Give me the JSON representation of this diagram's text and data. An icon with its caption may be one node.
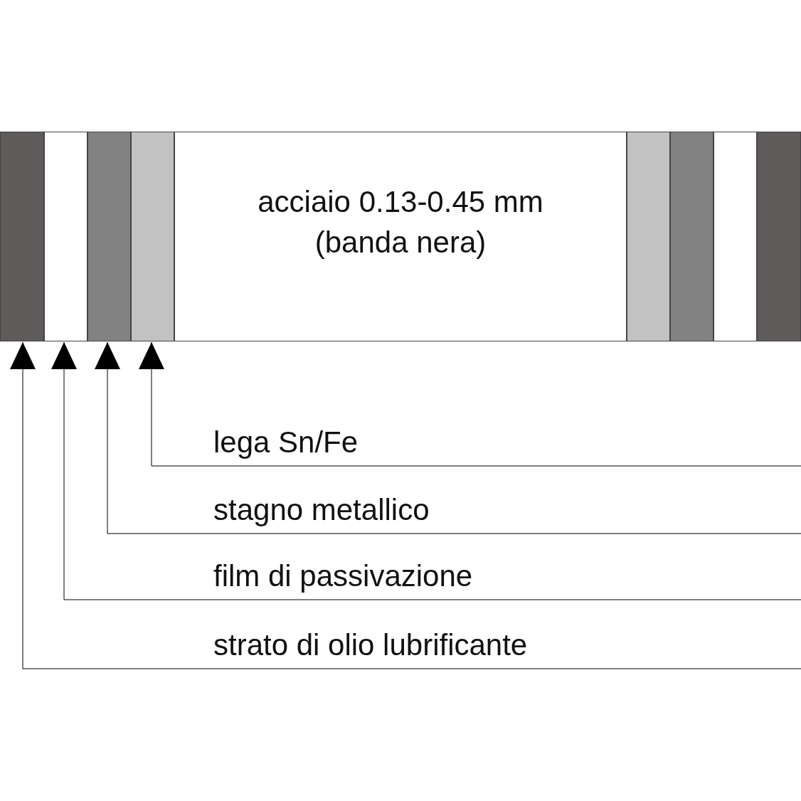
{
  "diagram": {
    "nodes": [
      {
        "text": [],
        "shape": "bar"
      },
      {
        "text": [],
        "shape": "bar"
      },
      {
        "text": [],
        "shape": "bar"
      },
      {
        "text": [],
        "shape": "bar"
      },
      {
        "text": [
          "acciaio 0.13-0.45 mm (banda nera)"
        ]
      },
      {
        "text": [],
        "shape": "bar"
      },
      {
        "text": [],
        "shape": "bar"
      },
      {
        "text": [],
        "shape": "bar"
      },
      {
        "text": [],
        "shape": "bar"
      },
      {
        "text": [
          "lega Sn/Fe"
        ]
      },
      {
        "text": [
          "stagno metallico"
        ]
      },
      {
        "text": [
          "film di passivazione"
        ]
      },
      {
        "text": [
          "strato di olio lubrificante"
        ]
      }
    ],
    "edges": [
      {
        "from": 9,
        "to": 3,
        "arrow": "to"
      },
      {
        "from": 10,
        "to": 2,
        "arrow": "to"
      },
      {
        "from": 11,
        "to": 1,
        "arrow": "to"
      },
      {
        "from": 12,
        "to": 0,
        "arrow": "to"
      }
    ]
  }
}
